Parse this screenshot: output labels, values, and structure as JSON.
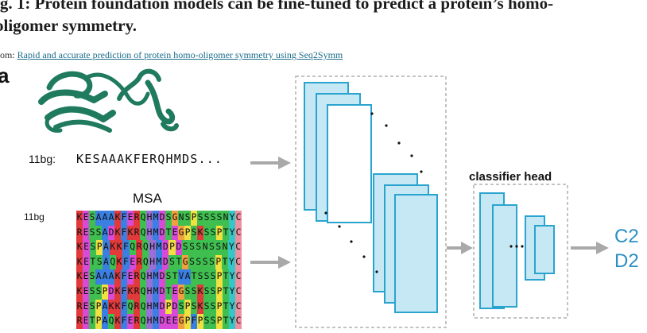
{
  "figure": {
    "title_line1": "ig. 1: Protein foundation models can be fine-tuned to predict a protein’s homo-",
    "title_line2": "oligomer symmetry.",
    "from_prefix": "rom: ",
    "from_link": "Rapid and accurate prediction of protein homo-oligomer symmetry using Seq2Symm",
    "panel": "a"
  },
  "input": {
    "pdb_label": "11bg:",
    "sequence": "KESAAAKFERQHMDS...",
    "msa_title": "MSA",
    "msa_label": "11bg",
    "msa_rows": [
      "KESAAAKFERQHMDSGNSPSSSSNYC",
      "RESSADKFKRQHMDTEGPSKSSPTYC",
      "KESPAKKFQRQHMDPDSSSNSSNYC",
      "KETSAQKFERQHMDSTGSSSSPTYC",
      "KESAAAKFERQHMDSTVATSSSPTYC",
      "KESSPDKFKRQHMDTEGSSKSSPTYC",
      "RESPAKKFQRQHMDPDSPSKSSPTYC",
      "RETPAQKFERQHMDEEGPFPSSPTYC"
    ]
  },
  "model": {
    "classifier_label": "classifier head",
    "outputs": [
      "C2",
      "D2"
    ]
  },
  "colors": {
    "accent": "#2a8fc4",
    "layer_fill": "#c5e8f4",
    "layer_stroke": "#2aa4cf",
    "protein": "#1f7a5e"
  }
}
